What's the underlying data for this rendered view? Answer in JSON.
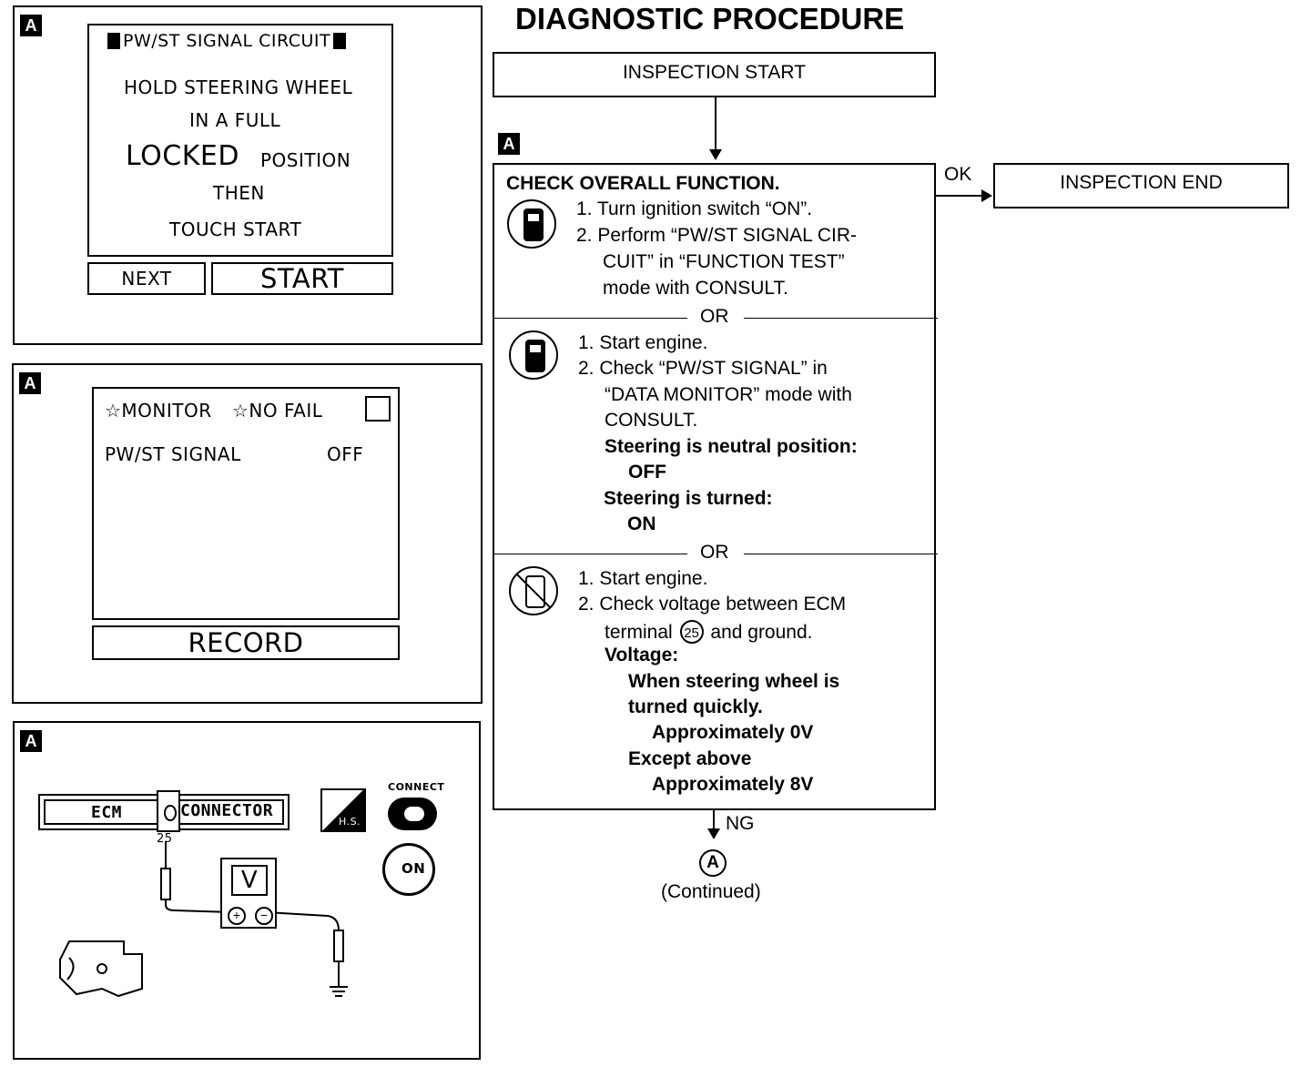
{
  "title": "DIAGNOSTIC PROCEDURE",
  "panel1": {
    "tag": "A",
    "header": "PW/ST SIGNAL CIRCUIT",
    "line1": "HOLD STEERING WHEEL",
    "line2": "IN A FULL",
    "line3a": "LOCKED",
    "line3b": "POSITION",
    "line4": "THEN",
    "line5": "TOUCH START",
    "next_label": "NEXT",
    "start_label": "START"
  },
  "panel2": {
    "tag": "A",
    "monitor": "☆MONITOR",
    "nofail": "☆NO FAIL",
    "signal_label": "PW/ST SIGNAL",
    "signal_value": "OFF",
    "record_label": "RECORD"
  },
  "panel3": {
    "tag": "A",
    "ecm": "ECM",
    "connector": "CONNECTOR",
    "terminal": "25",
    "meter": "V",
    "hs": "H.S.",
    "connect": "CONNECT",
    "on": "ON"
  },
  "flow": {
    "start": "INSPECTION START",
    "tag": "A",
    "ok": "OK",
    "end": "INSPECTION END",
    "check_title": "CHECK OVERALL FUNCTION.",
    "s1_l1": "1. Turn ignition switch “ON”.",
    "s1_l2": "2. Perform “PW/ST SIGNAL CIR-",
    "s1_l3": "CUIT” in “FUNCTION TEST”",
    "s1_l4": "mode with CONSULT.",
    "or1": "OR",
    "s2_l1": "1. Start engine.",
    "s2_l2": "2. Check “PW/ST SIGNAL” in",
    "s2_l3": "“DATA MONITOR” mode with",
    "s2_l4": "CONSULT.",
    "s2_b1": "Steering is neutral position:",
    "s2_b2": "OFF",
    "s2_b3": "Steering is turned:",
    "s2_b4": "ON",
    "or2": "OR",
    "s3_l1": "1. Start engine.",
    "s3_l2": "2. Check voltage between ECM",
    "s3_l3a": "terminal",
    "s3_l3n": "25",
    "s3_l3b": "and ground.",
    "s3_b1": "Voltage:",
    "s3_b2": "When steering wheel is",
    "s3_b3": "turned quickly.",
    "s3_b4": "Approximately 0V",
    "s3_b5": "Except above",
    "s3_b6": "Approximately 8V",
    "ng": "NG",
    "cont_circle": "A",
    "continued": "(Continued)"
  }
}
